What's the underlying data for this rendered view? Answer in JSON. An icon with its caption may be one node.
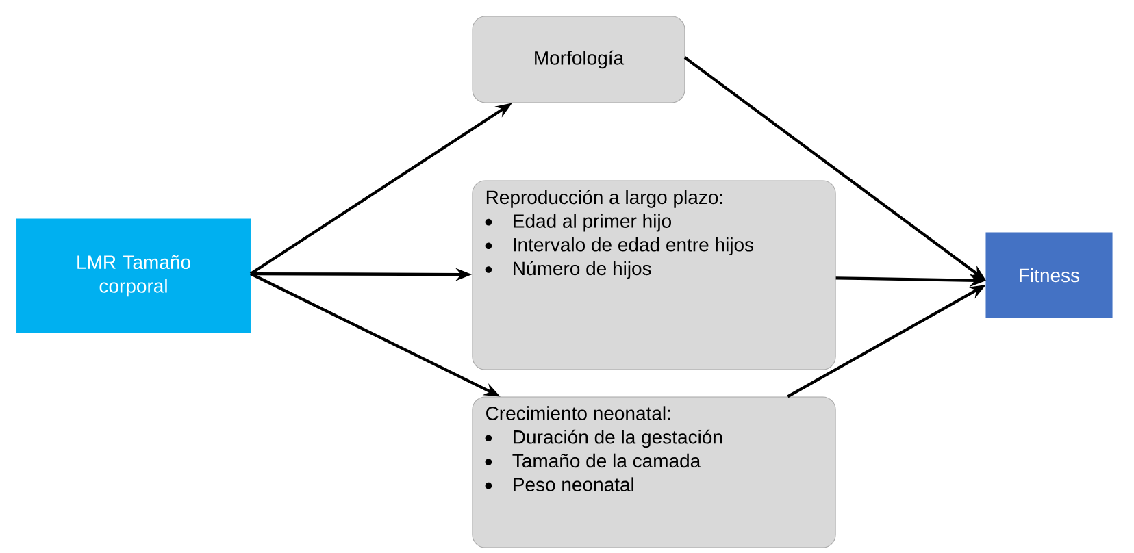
{
  "diagram": {
    "nodes": [
      {
        "text": [
          "LMR Tamaño corporal"
        ]
      },
      {
        "text": [
          "Morfología"
        ]
      },
      {
        "text": [
          "Reproducción a largo plazo:",
          "Edad al primer hijo",
          "Intervalo de edad entre hijos",
          "Número de hijos"
        ]
      },
      {
        "text": [
          "Crecimiento neonatal:",
          "Duración de la gestación",
          "Tamaño de la camada",
          "Peso neonatal"
        ]
      },
      {
        "text": [
          "Fitness"
        ]
      }
    ],
    "edges": [
      {
        "from": 0,
        "to": 1,
        "arrow": "to"
      },
      {
        "from": 0,
        "to": 2,
        "arrow": "to"
      },
      {
        "from": 0,
        "to": 3,
        "arrow": "to"
      },
      {
        "from": 1,
        "to": 4,
        "arrow": "to"
      },
      {
        "from": 2,
        "to": 4,
        "arrow": "to"
      },
      {
        "from": 3,
        "to": 4,
        "arrow": "to"
      }
    ]
  }
}
